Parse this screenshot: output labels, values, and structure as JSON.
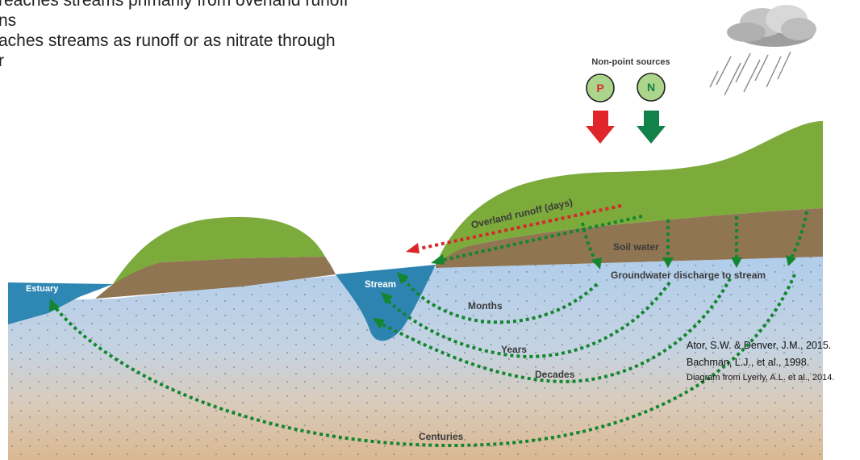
{
  "bullets": [
    "reaches streams primarily from overland runoff",
    "ns",
    "aches streams as runoff or as nitrate through",
    "r"
  ],
  "sources": {
    "title": "Non-point sources",
    "p_label": "P",
    "n_label": "N"
  },
  "labels": {
    "overland": "Overland runoff (days)",
    "soil_water": "Soil water",
    "groundwater": "Groundwater discharge to stream",
    "stream": "Stream",
    "estuary": "Estuary",
    "months": "Months",
    "years": "Years",
    "decades": "Decades",
    "centuries": "Centuries"
  },
  "citations": [
    "Ator, S.W. & Denver, J.M., 2015.",
    "Bachman, L.J., et al., 1998.",
    "Diagram from Lyerly, A.L. et al., 2014."
  ],
  "colors": {
    "phosphorus_arrow": "#e0262b",
    "nitrogen_arrow": "#13814a",
    "flow_path": "#13862f",
    "runoff_path": "#d8262a",
    "grass": "#7ba83a",
    "soil": "#8f7552",
    "groundwater": "#aecbea",
    "surface_water": "#2e86b2"
  }
}
